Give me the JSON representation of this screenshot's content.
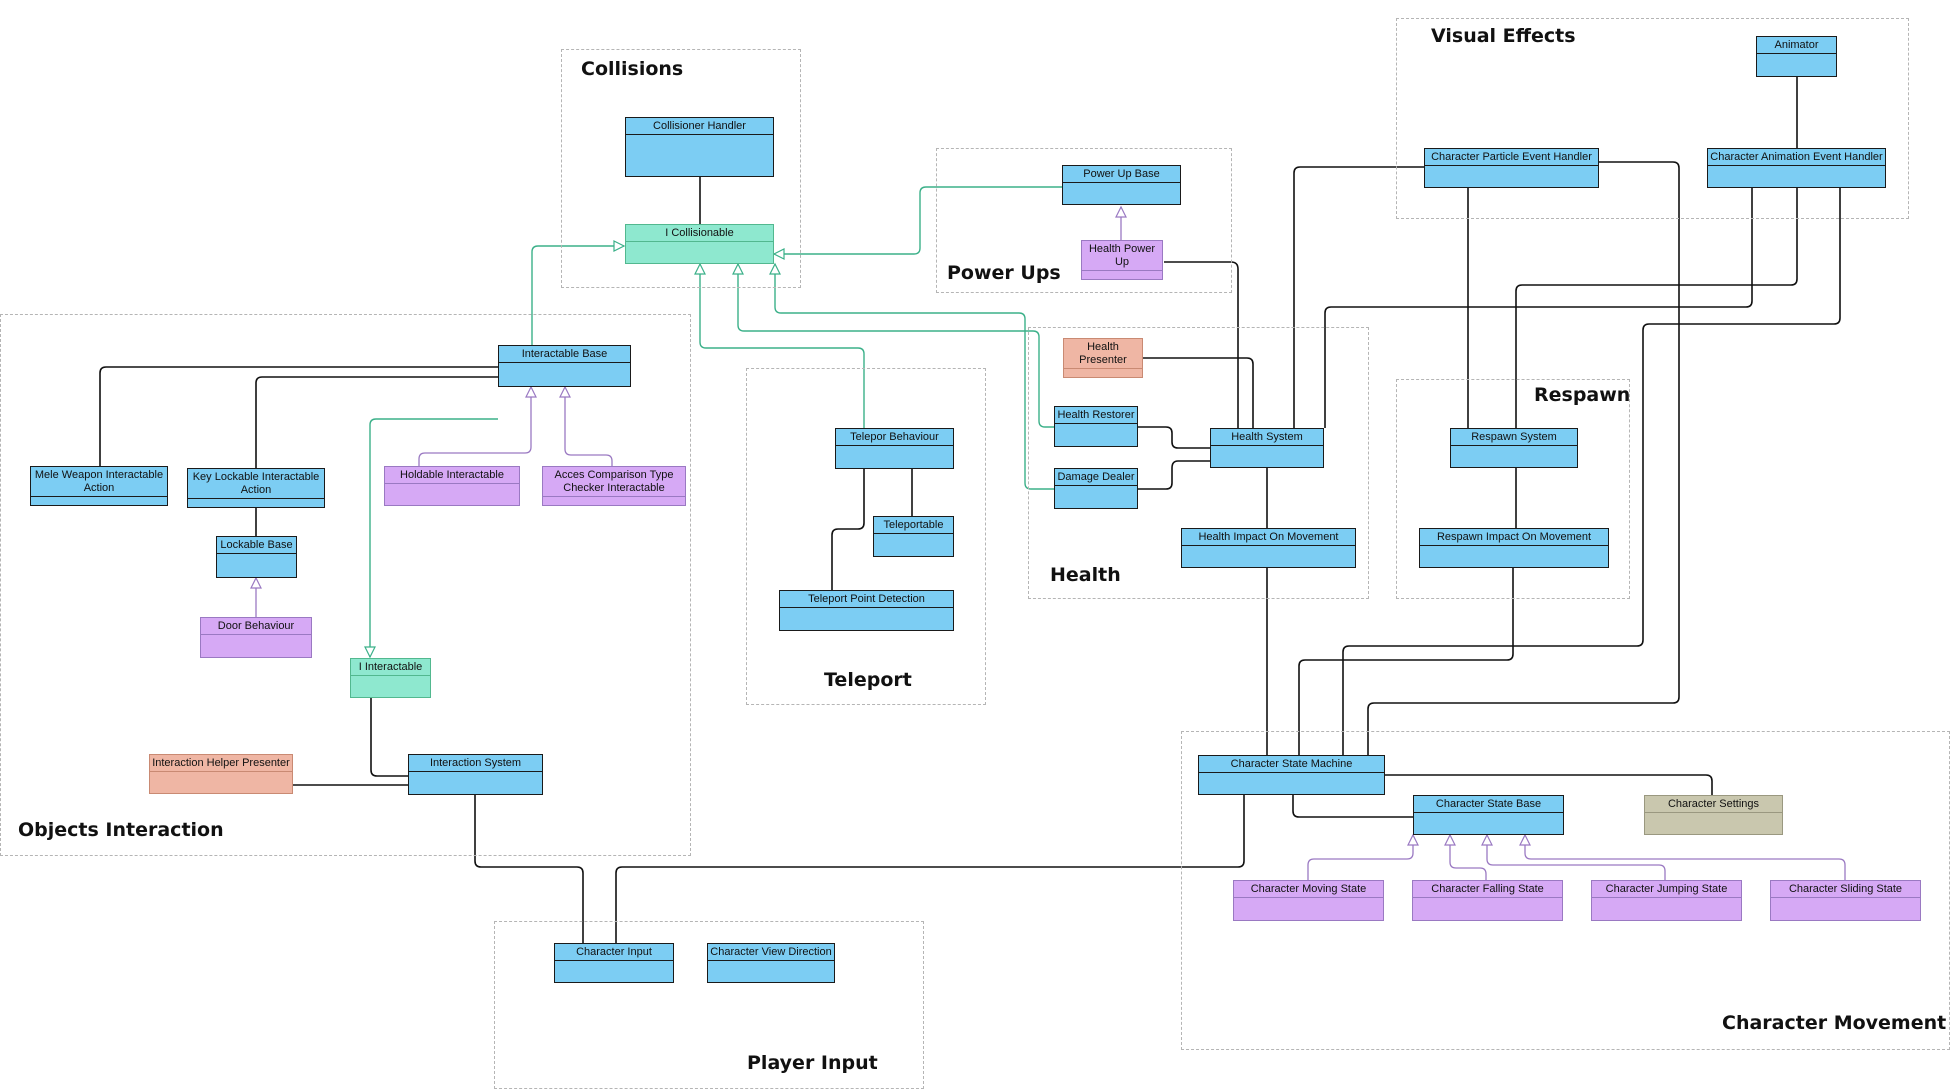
{
  "groups": {
    "collisions": "Collisions",
    "visual_effects": "Visual Effects",
    "power_ups": "Power Ups",
    "objects_interaction": "Objects Interaction",
    "teleport": "Teleport",
    "health": "Health",
    "respawn": "Respawn",
    "player_input": "Player Input",
    "character_movement": "Character Movement"
  },
  "nodes": {
    "collisioner_handler": "Collisioner Handler",
    "i_collisionable": "I Collisionable",
    "power_up_base": "Power Up Base",
    "health_power_up": "Health Power Up",
    "animator": "Animator",
    "char_particle_handler": "Character Particle Event Handler",
    "char_anim_handler": "Character Animation Event Handler",
    "interactable_base": "Interactable Base",
    "mele_weapon": "Mele Weapon Interactable Action",
    "key_lockable": "Key Lockable Interactable Action",
    "holdable": "Holdable Interactable",
    "acces_comparison": "Acces Comparison Type Checker Interactable",
    "lockable_base": "Lockable Base",
    "door_behaviour": "Door Behaviour",
    "i_interactable": "I Interactable",
    "interaction_helper": "Interaction Helper Presenter",
    "interaction_system": "Interaction System",
    "telepor_behaviour": "Telepor Behaviour",
    "teleportable": "Teleportable",
    "teleport_point_detection": "Teleport Point Detection",
    "health_presenter": "Health Presenter",
    "health_restorer": "Health Restorer",
    "damage_dealer": "Damage Dealer",
    "health_system": "Health System",
    "health_impact": "Health Impact On Movement",
    "respawn_system": "Respawn System",
    "respawn_impact": "Respawn Impact On Movement",
    "character_input": "Character Input",
    "character_view_direction": "Character View Direction",
    "character_state_machine": "Character State Machine",
    "character_state_base": "Character State Base",
    "character_settings": "Character Settings",
    "character_moving_state": "Character Moving State",
    "character_falling_state": "Character Falling State",
    "character_jumping_state": "Character Jumping State",
    "character_sliding_state": "Character Sliding State"
  },
  "colors": {
    "class": "#7ccdf3",
    "interface": "#8ee8cf",
    "derived": "#d6a9f5",
    "presenter": "#efb6a4",
    "settings": "#c9c7ae",
    "association_line": "#000000",
    "interface_line": "#3bb089",
    "inheritance_line": "#9a79c2"
  }
}
